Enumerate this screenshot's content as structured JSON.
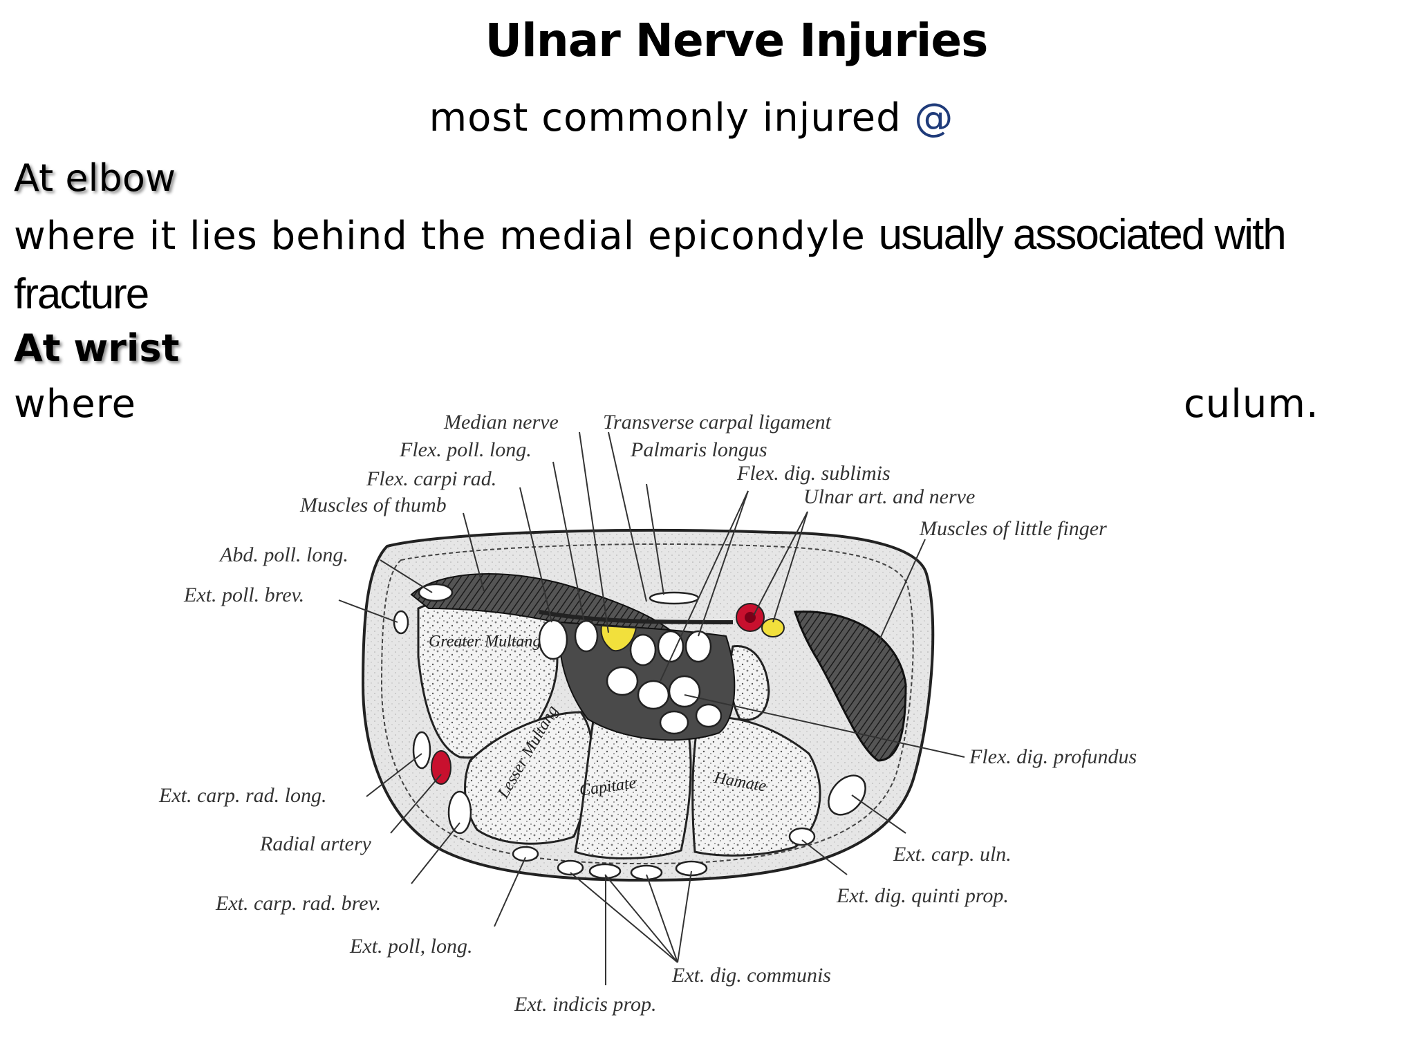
{
  "slide": {
    "title": "Ulnar Nerve Injuries",
    "subtitle_text": "most commonly injured ",
    "subtitle_symbol": "@",
    "section1_heading": "At elbow",
    "section1_line1_a": " where it lies behind the medial epicondyle ",
    "section1_line1_b": "usually associated with",
    "section1_line2": "fracture",
    "section2_heading": "At wrist",
    "section2_line_start": "where",
    "section2_line_end": "culum."
  },
  "diagram": {
    "labels": {
      "median_nerve": "Median nerve",
      "transverse_carpal_ligament": "Transverse carpal ligament",
      "flex_poll_long": "Flex. poll. long.",
      "palmaris_longus": "Palmaris longus",
      "flex_carpi_rad": "Flex. carpi rad.",
      "flex_dig_sublimis": "Flex. dig. sublimis",
      "muscles_of_thumb": "Muscles of thumb",
      "ulnar_art_and_nerve": "Ulnar art. and nerve",
      "muscles_of_little_finger": "Muscles of little finger",
      "abd_poll_long": "Abd. poll. long.",
      "ext_poll_brev": "Ext. poll. brev.",
      "flex_dig_profundus": "Flex. dig. profundus",
      "ext_carp_rad_long": "Ext. carp. rad. long.",
      "radial_artery": "Radial artery",
      "ext_carp_uln": "Ext. carp. uln.",
      "ext_dig_quinti_prop": "Ext. dig. quinti prop.",
      "ext_carp_rad_brev": "Ext. carp. rad. brev.",
      "ext_poll_long": "Ext. poll, long.",
      "ext_dig_communis": "Ext. dig. communis",
      "ext_indicis_prop": "Ext. indicis prop."
    },
    "bones": {
      "greater_multang": "Greater Multang",
      "lesser_multang": "Lesser Multang",
      "capitate": "Capitate",
      "hamate": "Hamate"
    },
    "colors": {
      "artery": "#c8102e",
      "nerve": "#f2e03c",
      "muscle_dark": "#3a3a3a"
    }
  }
}
